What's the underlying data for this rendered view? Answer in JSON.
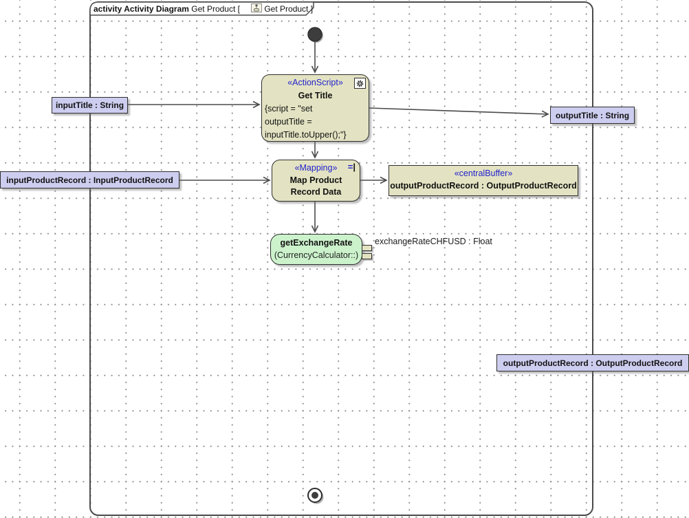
{
  "colors": {
    "node_fill": "#e3e3c3",
    "param_fill": "#cdcdf0",
    "behavior_fill": "#ccf2cc",
    "stereotype_text": "#2222cc",
    "edge": "#4a4a4a"
  },
  "frame": {
    "title_bold": "activity Activity Diagram",
    "title_pre": " Get Product [",
    "title_post": "Get Product ]"
  },
  "nodes": {
    "getTitle": {
      "stereotype": "«ActionScript»",
      "name": "Get Title",
      "script_line1": "{script = \"set",
      "script_line2": "outputTitle =",
      "script_line3": "inputTitle.toUpper();\"}"
    },
    "mapping": {
      "stereotype": "«Mapping»",
      "name_line1": "Map Product",
      "name_line2": "Record Data",
      "icon_eq": "=",
      "icon_bar": "|"
    },
    "centralBuffer": {
      "stereotype": "«centralBuffer»",
      "name": "outputProductRecord : OutputProductRecord"
    },
    "getExchangeRate": {
      "name": "getExchangeRate",
      "parent": "(CurrencyCalculator::)",
      "pin_label": "exchangeRateCHFUSD : Float"
    }
  },
  "parameters": {
    "inputTitle": "inputTitle : String",
    "outputTitle": "outputTitle : String",
    "inputProductRecord": "inputProductRecord : InputProductRecord",
    "outputProductRecord": "outputProductRecord : OutputProductRecord"
  }
}
